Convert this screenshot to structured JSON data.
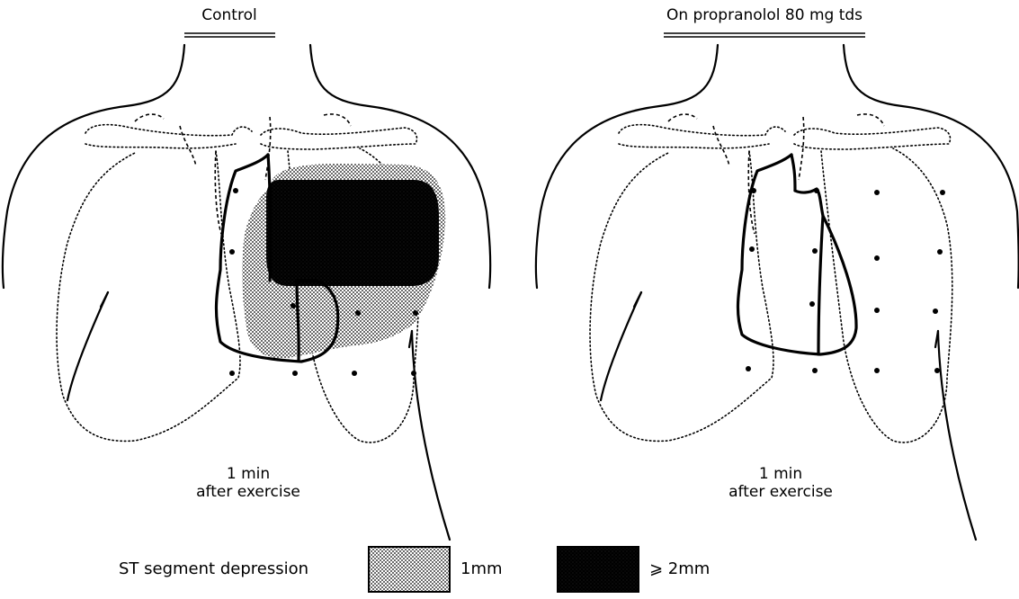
{
  "panels": [
    {
      "title": "Control",
      "caption_line1": "1 min",
      "caption_line2": "after exercise"
    },
    {
      "title": "On propranolol 80 mg tds",
      "caption_line1": "1 min",
      "caption_line2": "after exercise"
    }
  ],
  "legend": {
    "label": "ST segment depression",
    "items": [
      {
        "label": "1mm",
        "pattern": "light-stipple"
      },
      {
        "label": "⩾ 2mm",
        "pattern": "dark-stipple"
      }
    ]
  },
  "colors": {
    "ink": "#000000",
    "light_stipple": "#bdbdbd",
    "dark_stipple": "#0d0d0d"
  }
}
